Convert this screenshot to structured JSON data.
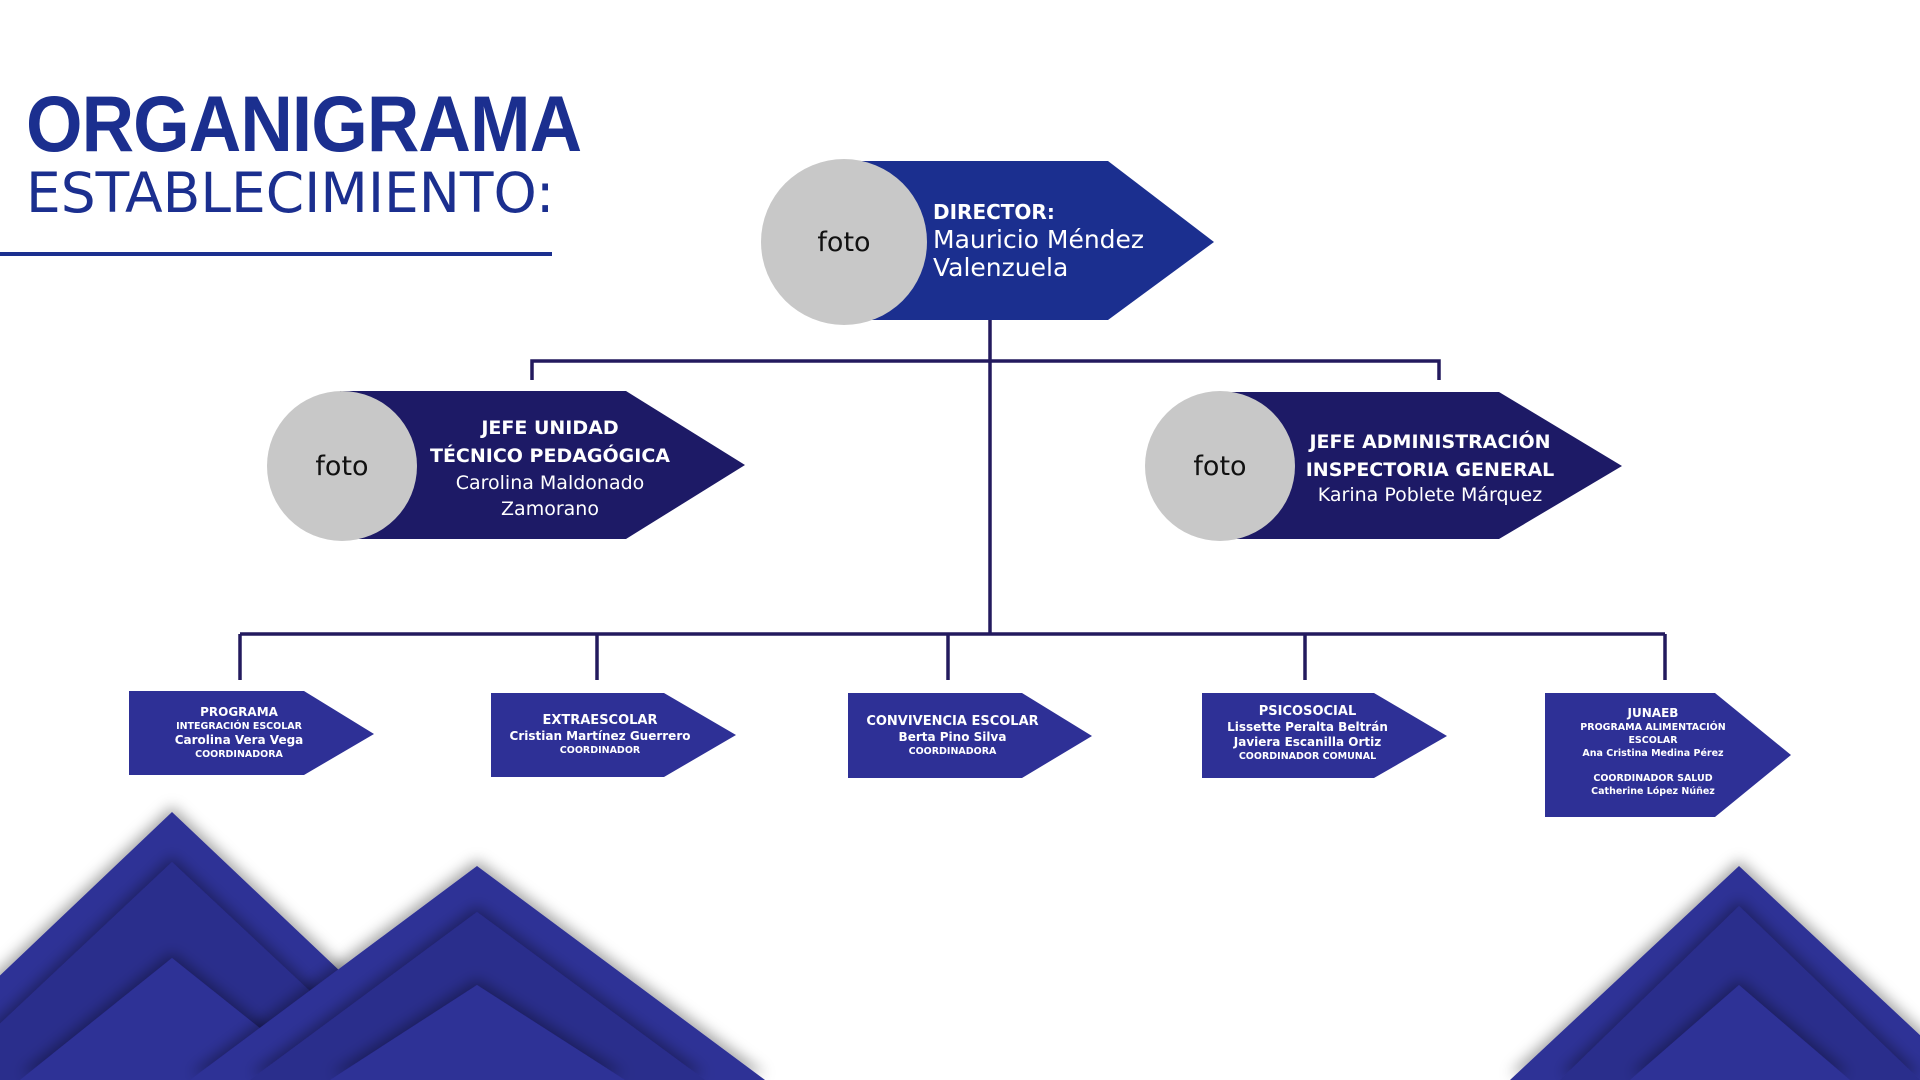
{
  "header": {
    "title": "ORGANIGRAMA",
    "subtitle": "ESTABLECIMIENTO:"
  },
  "colors": {
    "brand_blue": "#1b2f8f",
    "node_dark": "#1d1a66",
    "node_blue": "#2e3096",
    "photo_gray": "#c8c8c8",
    "connector": "#231a5e"
  },
  "director": {
    "photo_label": "foto",
    "role": "DIRECTOR:",
    "name_line1": "Mauricio Méndez",
    "name_line2": "Valenzuela"
  },
  "utp": {
    "photo_label": "foto",
    "role_line1": "JEFE UNIDAD",
    "role_line2": "TÉCNICO PEDAGÓGICA",
    "name_line1": "Carolina Maldonado",
    "name_line2": "Zamorano"
  },
  "admin": {
    "photo_label": "foto",
    "role_line1": "JEFE ADMINISTRACIÓN",
    "role_line2": "INSPECTORIA GENERAL",
    "name": "Karina Poblete Márquez"
  },
  "coordinators": {
    "pie": {
      "title": "PROGRAMA",
      "subtitle": "INTEGRACIÓN ESCOLAR",
      "name": "Carolina Vera Vega",
      "role": "COORDINADORA"
    },
    "extra": {
      "title": "EXTRAESCOLAR",
      "name": "Cristian Martínez Guerrero",
      "role": "COORDINADOR"
    },
    "convivencia": {
      "title": "CONVIVENCIA ESCOLAR",
      "name": "Berta Pino Silva",
      "role": "COORDINADORA"
    },
    "psico": {
      "title": "PSICOSOCIAL",
      "name1": "Lissette Peralta Beltrán",
      "name2": "Javiera Escanilla Ortiz",
      "role": "COORDINADOR COMUNAL"
    },
    "junaeb": {
      "title": "JUNAEB",
      "program_line1": "PROGRAMA ALIMENTACIÓN",
      "program_line2": "ESCOLAR",
      "name1": "Ana Cristina Medina Pérez",
      "role2": "COORDINADOR SALUD",
      "name2": "Catherine López Núñez"
    }
  }
}
